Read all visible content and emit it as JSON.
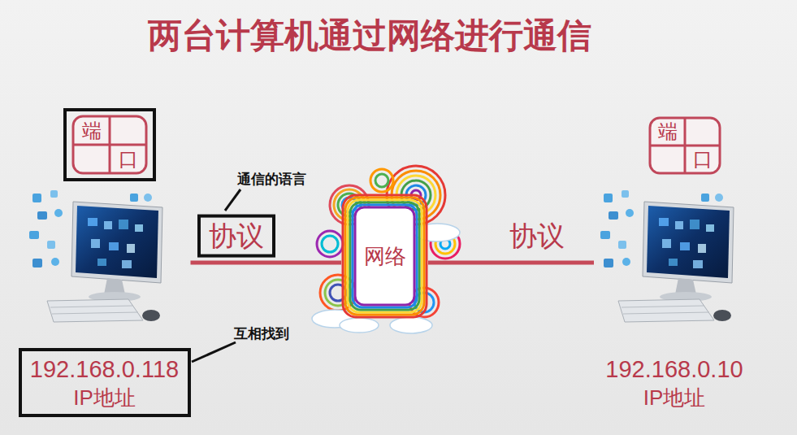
{
  "diagram": {
    "title": "两台计算机通过网络进行通信",
    "nodes": [
      {
        "text": [
          "端",
          "口"
        ]
      },
      {
        "text": [
          "192.168.0.118",
          "IP地址"
        ]
      },
      {
        "text": [
          "网络"
        ]
      },
      {
        "text": [
          "端",
          "口"
        ]
      },
      {
        "text": [
          "192.168.0.10",
          "IP地址"
        ]
      }
    ],
    "edges": [
      {
        "from": 1,
        "to": 2,
        "arrow": "none",
        "label": "协议"
      },
      {
        "from": 2,
        "to": 4,
        "arrow": "none",
        "label": "协议"
      }
    ],
    "labels": [
      "通信的语言",
      "互相找到"
    ]
  }
}
